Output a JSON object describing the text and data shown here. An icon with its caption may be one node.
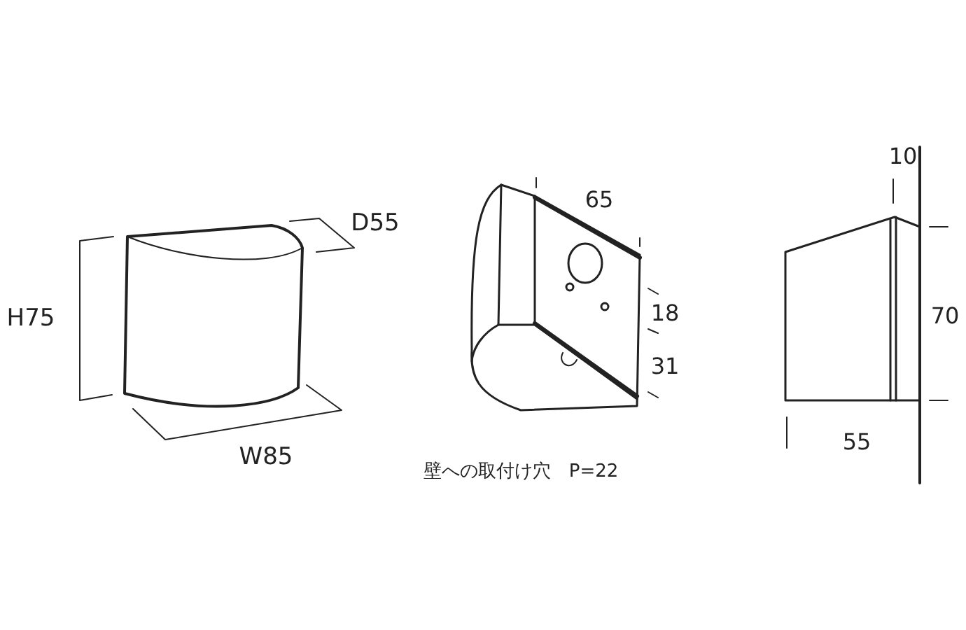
{
  "diagram": {
    "labels": [
      "D55",
      "H75",
      "W85",
      "65",
      "18",
      "31",
      "壁への取付け穴　P=22",
      "10",
      "70",
      "55"
    ]
  }
}
